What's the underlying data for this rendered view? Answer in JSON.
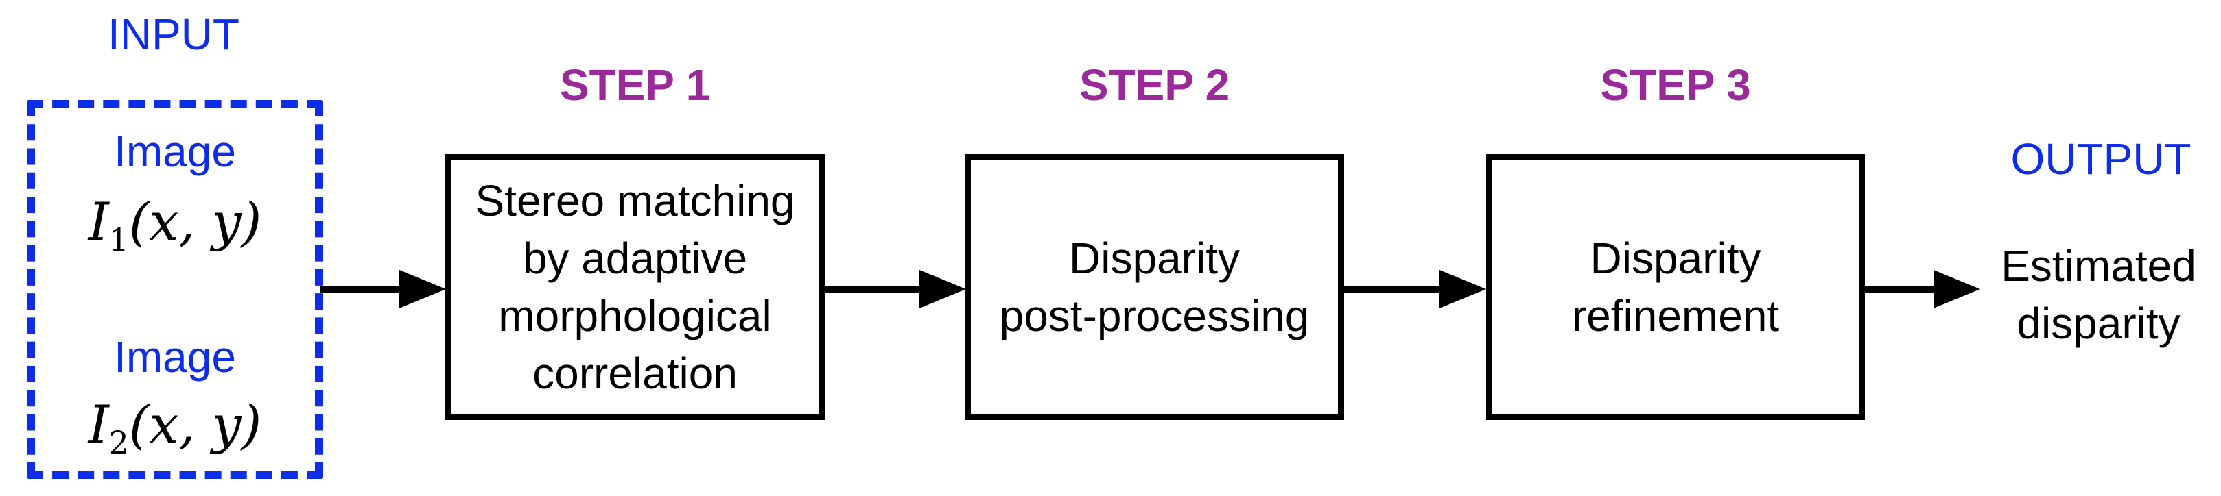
{
  "diagram": {
    "input": {
      "label": "INPUT",
      "items": [
        {
          "caption": "Image",
          "formula": {
            "base": "I",
            "sub": "1",
            "args": "(x, y)"
          }
        },
        {
          "caption": "Image",
          "formula": {
            "base": "I",
            "sub": "2",
            "args": "(x, y)"
          }
        }
      ]
    },
    "steps": [
      {
        "label": "STEP 1",
        "lines": [
          "Stereo matching",
          "by adaptive",
          "morphological",
          "correlation"
        ]
      },
      {
        "label": "STEP 2",
        "lines": [
          "Disparity",
          "post-processing"
        ]
      },
      {
        "label": "STEP 3",
        "lines": [
          "Disparity",
          "refinement"
        ]
      }
    ],
    "output": {
      "label": "OUTPUT",
      "result_lines": [
        "Estimated",
        "disparity"
      ]
    },
    "colors": {
      "blue": "#0E2DE8",
      "purple": "#9A2A9A",
      "black": "#000000"
    }
  }
}
